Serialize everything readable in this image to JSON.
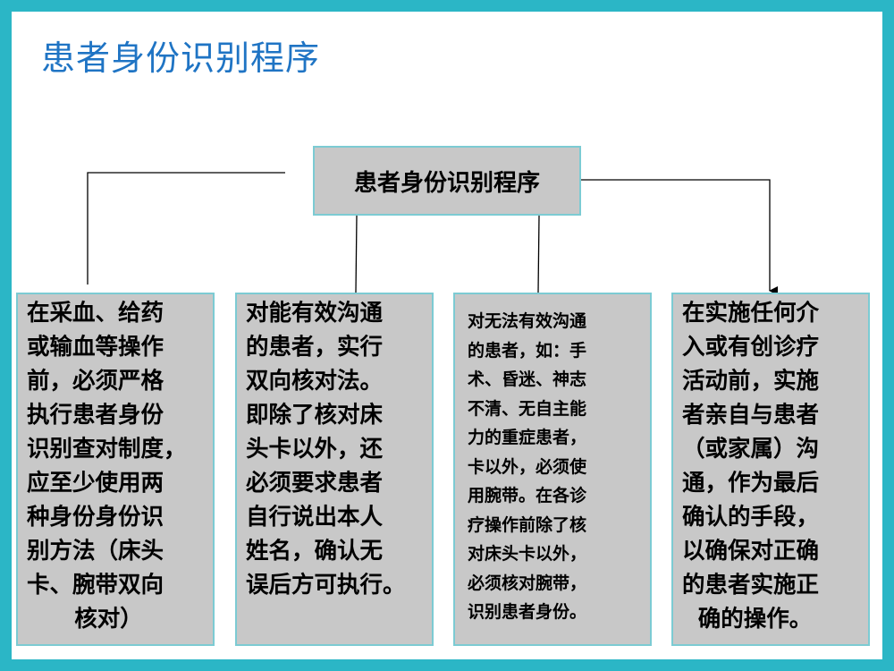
{
  "slide": {
    "title": "患者身份识别程序",
    "frame_color": "#2bb6c6",
    "title_color": "#1f74c4"
  },
  "diagram": {
    "root": "患者身份识别程序",
    "boxes": [
      {
        "text": "在采血、给药\n或输血等操作\n前，必须严格\n执行患者身份\n识别查对制度，\n应至少使用两\n种身份身份识\n别方法（床头\n卡、腕带双向\n      核对）"
      },
      {
        "text": "对能有效沟通\n的患者，实行\n双向核对法。\n即除了核对床\n头卡以外，还\n必须要求患者\n自行说出本人\n姓名，确认无\n误后方可执行。"
      },
      {
        "text": "对无法有效沟通\n的患者，如：手\n术、昏迷、神志\n不清、无自主能\n力的重症患者，\n卡以外，必须使\n用腕带。在各诊\n疗操作前除了核\n对床头卡以外，\n必须核对腕带，\n识别患者身份。"
      },
      {
        "text": "在实施任何介\n入或有创诊疗\n活动前，实施\n者亲自与患者\n（或家属）沟\n通，作为最后\n确认的手段，\n以确保对正确\n的患者实施正\n  确的操作。"
      }
    ],
    "box_fill": "#c8c8c8"
  }
}
